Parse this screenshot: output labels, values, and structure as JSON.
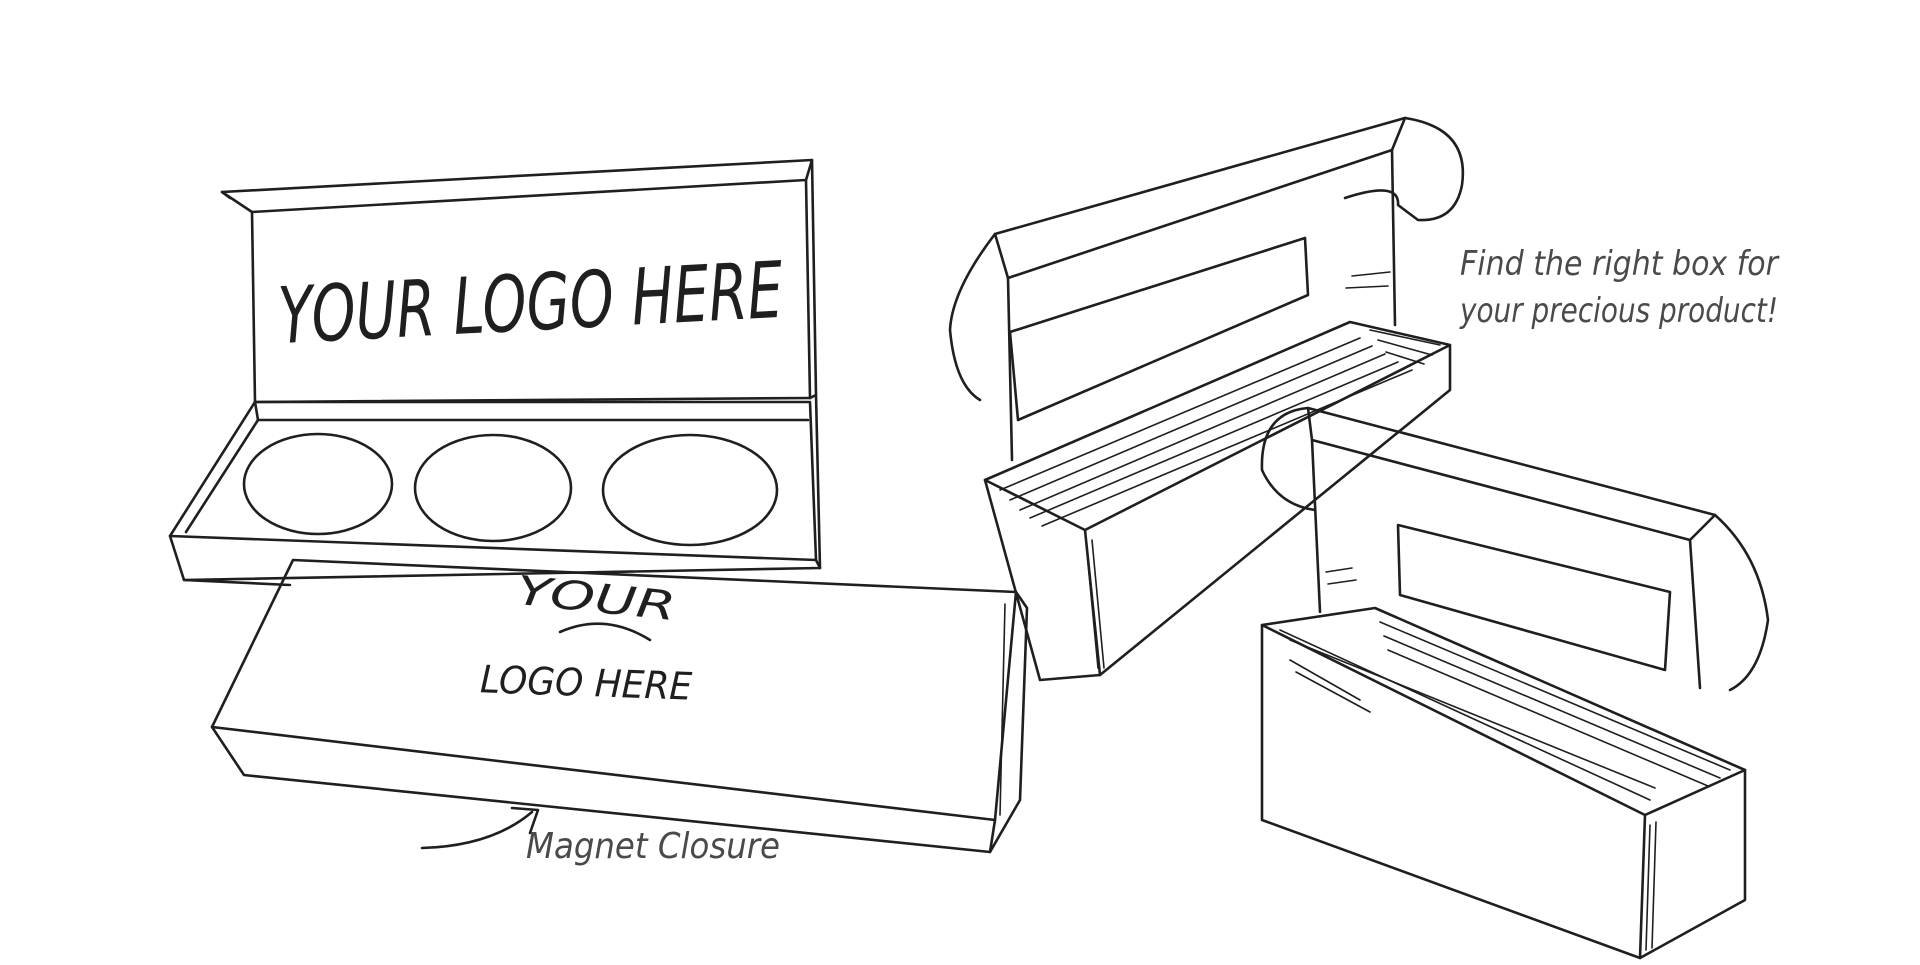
{
  "colors": {
    "ink": "#1f1f1f",
    "note_text": "#4a4a4a",
    "background": "#ffffff"
  },
  "magnet_box": {
    "lid_logo_text": "YOUR LOGO HERE",
    "front_logo_top": "YOUR",
    "front_logo_bottom": "LOGO HERE",
    "cavity_count": 3,
    "callout_label": "Magnet Closure",
    "callout_icon": "curved-arrow-icon"
  },
  "window_boxes": {
    "count": 2,
    "caption_line1": "Find the right box for",
    "caption_line2": "your precious product!"
  }
}
